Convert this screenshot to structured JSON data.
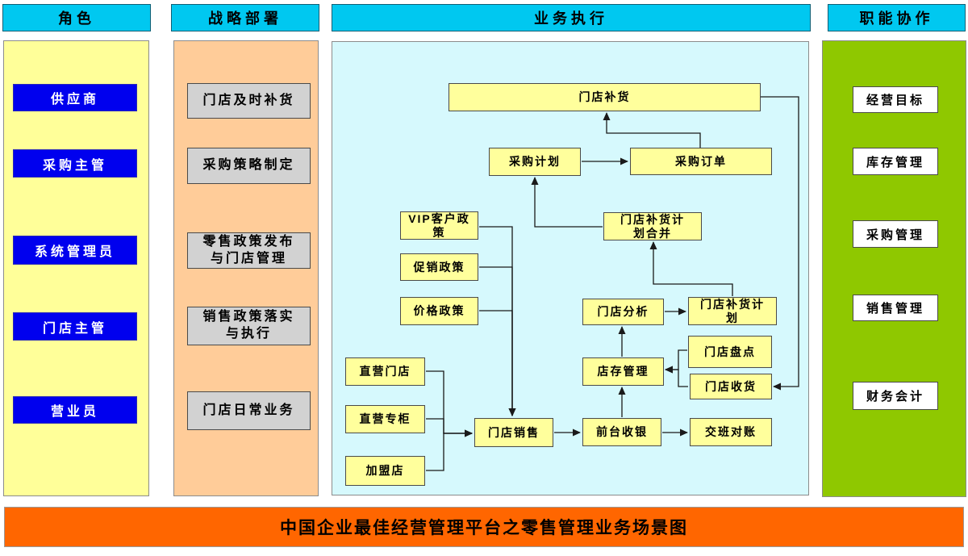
{
  "headers": {
    "roles": "角色",
    "strategy": "战略部署",
    "execution": "业务执行",
    "functions": "职能协作"
  },
  "colors": {
    "header_bg": "#00C8F0",
    "roles_panel": "#FFFF99",
    "strategy_panel": "#FFCC99",
    "execution_panel": "#D6F9FD",
    "functions_panel": "#8FC800",
    "role_box": "#0000EE",
    "strategy_box": "#D2D2D2",
    "node_box": "#FFFF9C",
    "function_box": "#FFFFFF",
    "footer_bg": "#FF6600",
    "line": "#1A1A1A"
  },
  "roles": {
    "items": [
      {
        "id": "supplier",
        "label": "供应商"
      },
      {
        "id": "purchase-director",
        "label": "采购主管"
      },
      {
        "id": "sys-admin",
        "label": "系统管理员"
      },
      {
        "id": "store-manager",
        "label": "门店主管"
      },
      {
        "id": "salesperson",
        "label": "营业员"
      }
    ]
  },
  "strategy": {
    "items": [
      {
        "id": "timely-replenish",
        "label": "门店及时补货"
      },
      {
        "id": "purchase-strategy",
        "label": "采购策略制定"
      },
      {
        "id": "retail-policy",
        "label": "零售政策发布\n与门店管理"
      },
      {
        "id": "sales-policy",
        "label": "销售政策落实\n与执行"
      },
      {
        "id": "daily-business",
        "label": "门店日常业务"
      }
    ]
  },
  "execution": {
    "nodes": [
      {
        "id": "store-replenish",
        "label": "门店补货"
      },
      {
        "id": "purchase-plan",
        "label": "采购计划"
      },
      {
        "id": "purchase-order",
        "label": "采购订单"
      },
      {
        "id": "vip-policy",
        "label": "VIP客户政\n策"
      },
      {
        "id": "promo-policy",
        "label": "促销政策"
      },
      {
        "id": "price-policy",
        "label": "价格政策"
      },
      {
        "id": "replenish-merge",
        "label": "门店补货计\n划合并"
      },
      {
        "id": "store-analysis",
        "label": "门店分析"
      },
      {
        "id": "store-replenish-plan",
        "label": "门店补货计\n划"
      },
      {
        "id": "inventory-mgmt",
        "label": "店存管理"
      },
      {
        "id": "stocktake",
        "label": "门店盘点"
      },
      {
        "id": "store-receiving",
        "label": "门店收货"
      },
      {
        "id": "direct-store",
        "label": "直营门店"
      },
      {
        "id": "direct-counter",
        "label": "直营专柜"
      },
      {
        "id": "franchise-store",
        "label": "加盟店"
      },
      {
        "id": "store-sales",
        "label": "门店销售"
      },
      {
        "id": "pos-cashier",
        "label": "前台收银"
      },
      {
        "id": "shift-reconcile",
        "label": "交班对账"
      }
    ],
    "edges": [
      {
        "from": "purchase-plan",
        "to": "purchase-order"
      },
      {
        "from": "purchase-order",
        "to": "store-replenish"
      },
      {
        "from": "store-replenish",
        "to": "store-receiving"
      },
      {
        "from": "replenish-merge",
        "to": "purchase-plan"
      },
      {
        "from": "store-replenish-plan",
        "to": "replenish-merge"
      },
      {
        "from": "store-analysis",
        "to": "store-replenish-plan"
      },
      {
        "from": "inventory-mgmt",
        "to": "store-analysis"
      },
      {
        "from": "stocktake",
        "to": "inventory-mgmt"
      },
      {
        "from": "store-receiving",
        "to": "inventory-mgmt"
      },
      {
        "from": "pos-cashier",
        "to": "inventory-mgmt"
      },
      {
        "from": "pos-cashier",
        "to": "shift-reconcile"
      },
      {
        "from": "store-sales",
        "to": "pos-cashier"
      },
      {
        "from": "vip-policy",
        "to": "store-sales"
      },
      {
        "from": "promo-policy",
        "to": "store-sales"
      },
      {
        "from": "price-policy",
        "to": "store-sales"
      },
      {
        "from": "direct-store",
        "to": "store-sales"
      },
      {
        "from": "direct-counter",
        "to": "store-sales"
      },
      {
        "from": "franchise-store",
        "to": "store-sales"
      }
    ]
  },
  "functions": {
    "items": [
      {
        "id": "business-goal",
        "label": "经营目标"
      },
      {
        "id": "inventory-control",
        "label": "库存管理"
      },
      {
        "id": "purchase-mgmt",
        "label": "采购管理"
      },
      {
        "id": "sales-mgmt",
        "label": "销售管理"
      },
      {
        "id": "finance-accounting",
        "label": "财务会计"
      }
    ]
  },
  "footer": {
    "title": "中国企业最佳经营管理平台之零售管理业务场景图"
  }
}
